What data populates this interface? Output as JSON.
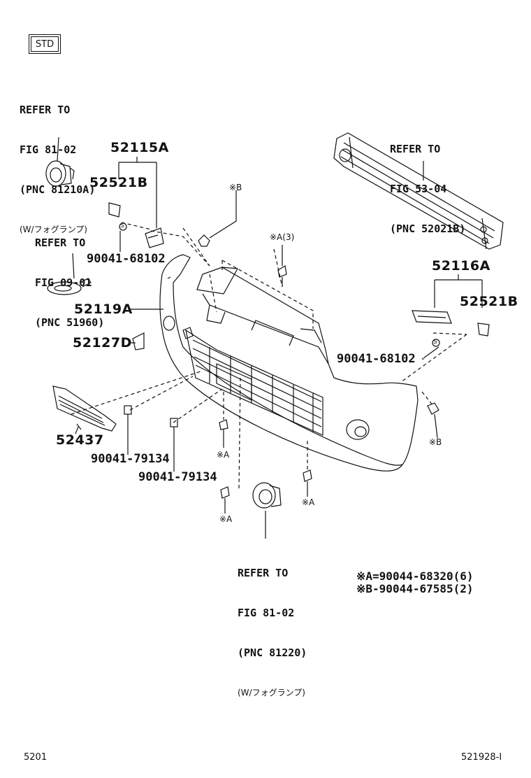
{
  "std_label": "STD",
  "refer_top_left": {
    "line1": "REFER TO",
    "line2": "FIG 81-02",
    "line3": "(PNC 81210A)",
    "note": "(W/フォグランプ)"
  },
  "refer_left_mid": {
    "line1": "REFER TO",
    "line2": "FIG 09-01",
    "line3": "(PNC 51960)"
  },
  "refer_top_right": {
    "line1": "REFER TO",
    "line2": "FIG 53-04",
    "line3": "(PNC 52021B)"
  },
  "refer_bottom": {
    "line1": "REFER TO",
    "line2": "FIG 81-02",
    "line3": "(PNC 81220)",
    "note": "(W/フォグランプ)"
  },
  "parts": {
    "p52115A": "52115A",
    "p52521B_left": "52521B",
    "p90041_68102_left": "90041-68102",
    "p52119A": "52119A",
    "p52127D": "52127D",
    "p52437": "52437",
    "p90041_79134_a": "90041-79134",
    "p90041_79134_b": "90041-79134",
    "p52116A": "52116A",
    "p52521B_right": "52521B",
    "p90041_68102_right": "90041-68102"
  },
  "markers": {
    "mark_b_top": "※B",
    "mark_a3": "※A(3)",
    "mark_b_right": "※B",
    "mark_a_mid": "※A",
    "mark_a_bottom_left": "※A",
    "mark_a_bottom_right": "※A",
    "s_symbol": "S"
  },
  "legend": {
    "a": "※A=90044-68320(6)",
    "b": "※B-90044-67585(2)"
  },
  "footer": {
    "left": "5201",
    "right": "521928-I"
  }
}
